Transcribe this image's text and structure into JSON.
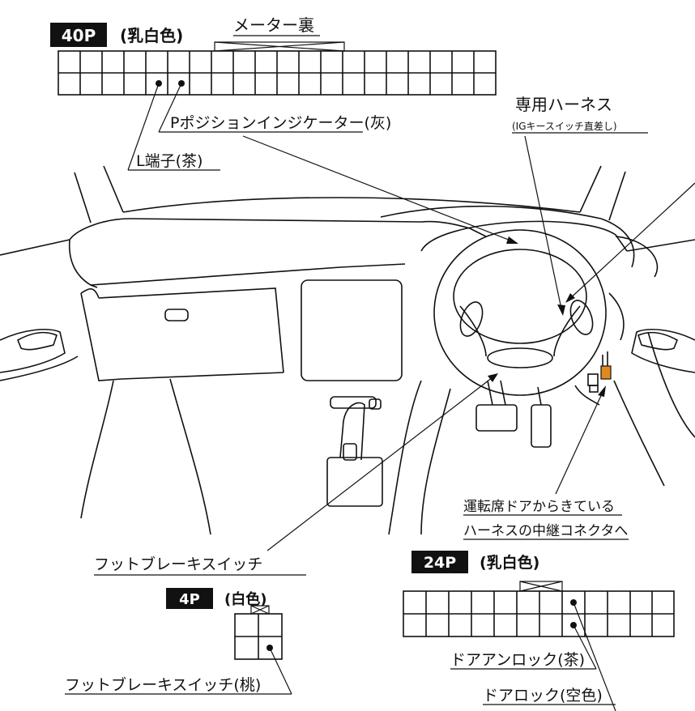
{
  "connectors": {
    "c40": {
      "pins": "40P",
      "color": "(乳白色)",
      "location": "メーター裏"
    },
    "c24": {
      "pins": "24P",
      "color": "(乳白色)"
    },
    "c4": {
      "pins": "4P",
      "color": "(白色)"
    }
  },
  "labels": {
    "p_position": "Pポジションインジケーター(灰)",
    "l_terminal": "L端子(茶)",
    "harness_title": "専用ハーネス",
    "harness_sub": "(IGキースイッチ直差し)",
    "door_relay_1": "運転席ドアからきている",
    "door_relay_2": "ハーネスの中継コネクタへ",
    "foot_brake_switch": "フットブレーキスイッチ",
    "foot_brake_pin": "フットブレーキスイッチ(桃)",
    "door_unlock": "ドアアンロック(茶)",
    "door_lock": "ドアロック(空色)"
  },
  "colors": {
    "ink": "#111111",
    "accent_connector": "#e08a1e"
  }
}
